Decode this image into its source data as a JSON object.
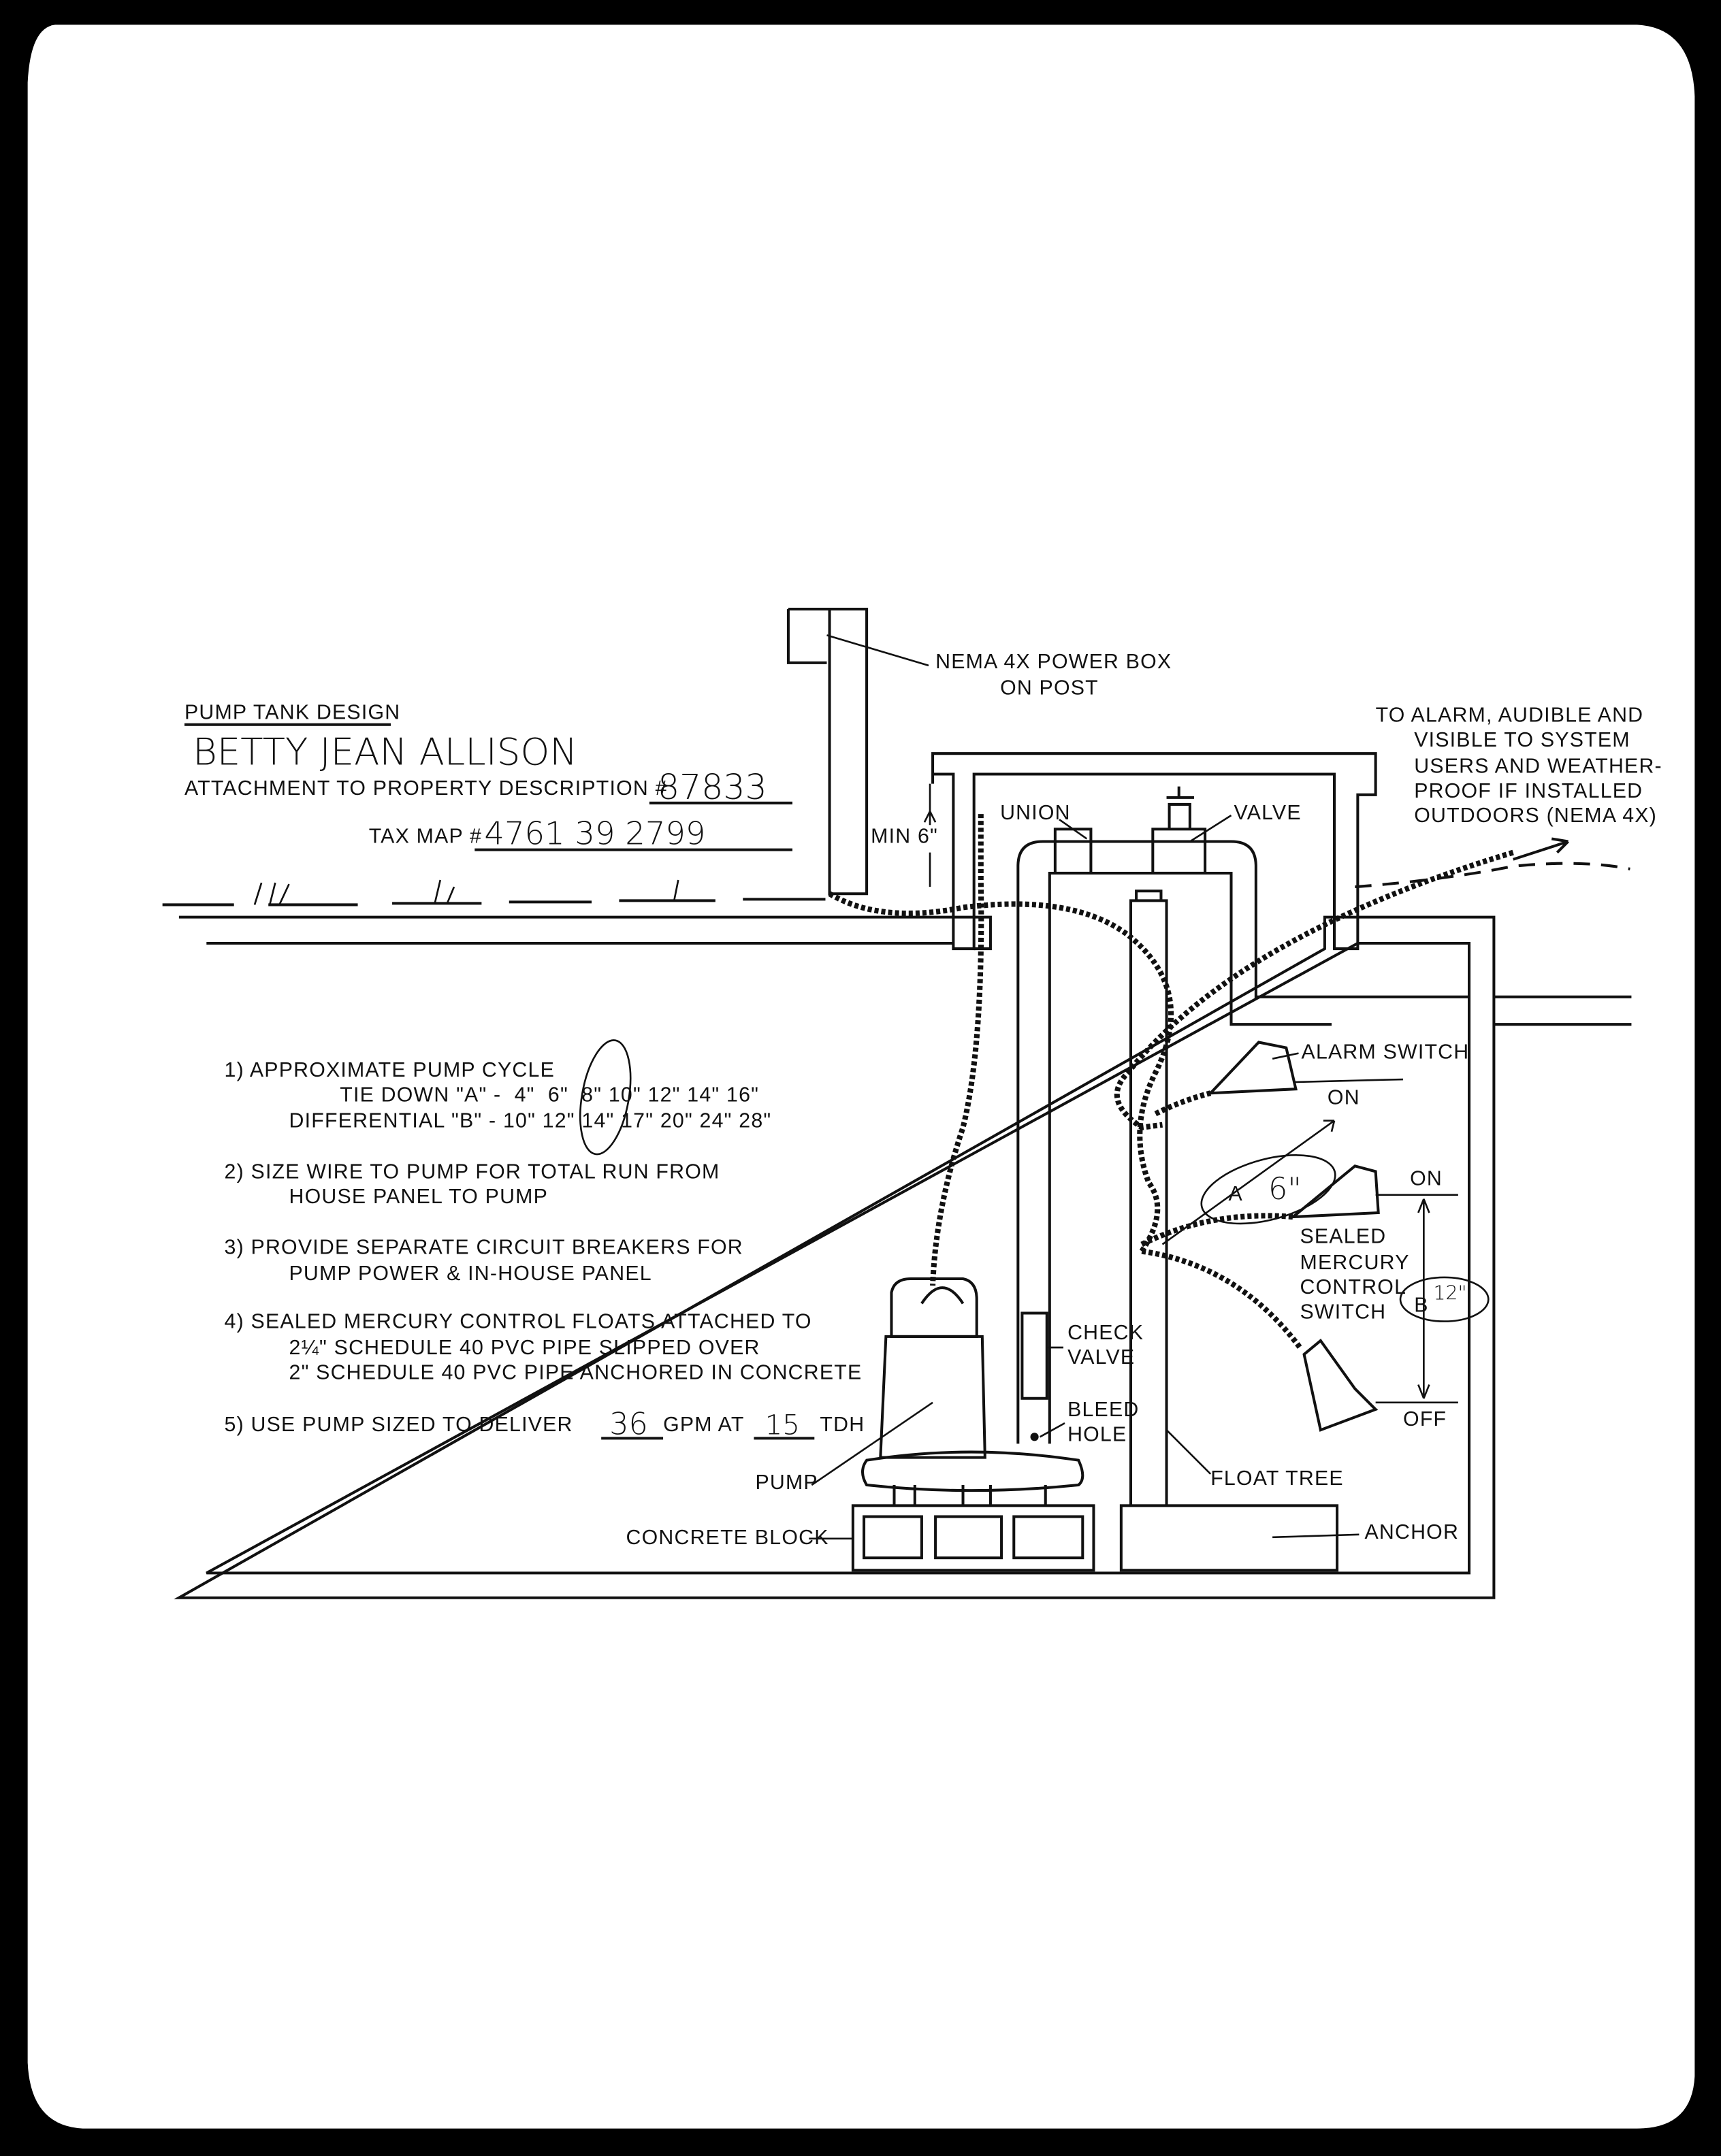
{
  "header": {
    "title": "PUMP TANK DESIGN",
    "owner_name": "BETTY JEAN ALLISON",
    "property_label": "ATTACHMENT TO PROPERTY DESCRIPTION #",
    "property_number": "87833",
    "tax_map_label": "TAX MAP #",
    "tax_map_number": "4761 39 2799"
  },
  "labels": {
    "power_box_1": "NEMA 4X POWER BOX",
    "power_box_2": "ON POST",
    "alarm_1": "TO ALARM, AUDIBLE AND",
    "alarm_2": "VISIBLE TO SYSTEM",
    "alarm_3": "USERS AND WEATHER-",
    "alarm_4": "PROOF IF INSTALLED",
    "alarm_5": "OUTDOORS (NEMA 4X)",
    "union": "UNION",
    "valve": "VALVE",
    "min": "MIN 6\"",
    "alarm_switch": "ALARM SWITCH",
    "on_1": "ON",
    "on_2": "ON",
    "off": "OFF",
    "a_label": "A",
    "a_value": "6\"",
    "b_label": "B",
    "b_value": "12\"",
    "sealed_1": "SEALED",
    "sealed_2": "MERCURY",
    "sealed_3": "CONTROL",
    "sealed_4": "SWITCH",
    "check_1": "CHECK",
    "check_2": "VALVE",
    "bleed_1": "BLEED",
    "bleed_2": "HOLE",
    "pump": "PUMP",
    "float_tree": "FLOAT TREE",
    "concrete_block": "CONCRETE BLOCK",
    "anchor": "ANCHOR"
  },
  "notes": {
    "n1": "1) APPROXIMATE PUMP CYCLE",
    "n1_tie": "TIE DOWN \"A\" -  4\"  6\"  8\" 10\" 12\" 14\" 16\"",
    "n1_diff": "DIFFERENTIAL \"B\" - 10\" 12\" 14\" 17\" 20\" 24\" 28\"",
    "n2a": "2) SIZE WIRE TO PUMP FOR TOTAL RUN FROM",
    "n2b": "HOUSE PANEL TO PUMP",
    "n3a": "3) PROVIDE SEPARATE CIRCUIT BREAKERS FOR",
    "n3b": "PUMP POWER & IN-HOUSE PANEL",
    "n4a": "4) SEALED MERCURY CONTROL FLOATS ATTACHED TO",
    "n4b": "2¼\" SCHEDULE 40 PVC PIPE SLIPPED OVER",
    "n4c": "2\" SCHEDULE 40 PVC PIPE ANCHORED IN CONCRETE",
    "n5_prefix": "5) USE PUMP SIZED TO DELIVER",
    "n5_gpm": "36",
    "n5_mid": "GPM AT",
    "n5_tdh": "15",
    "n5_suffix": "TDH"
  }
}
